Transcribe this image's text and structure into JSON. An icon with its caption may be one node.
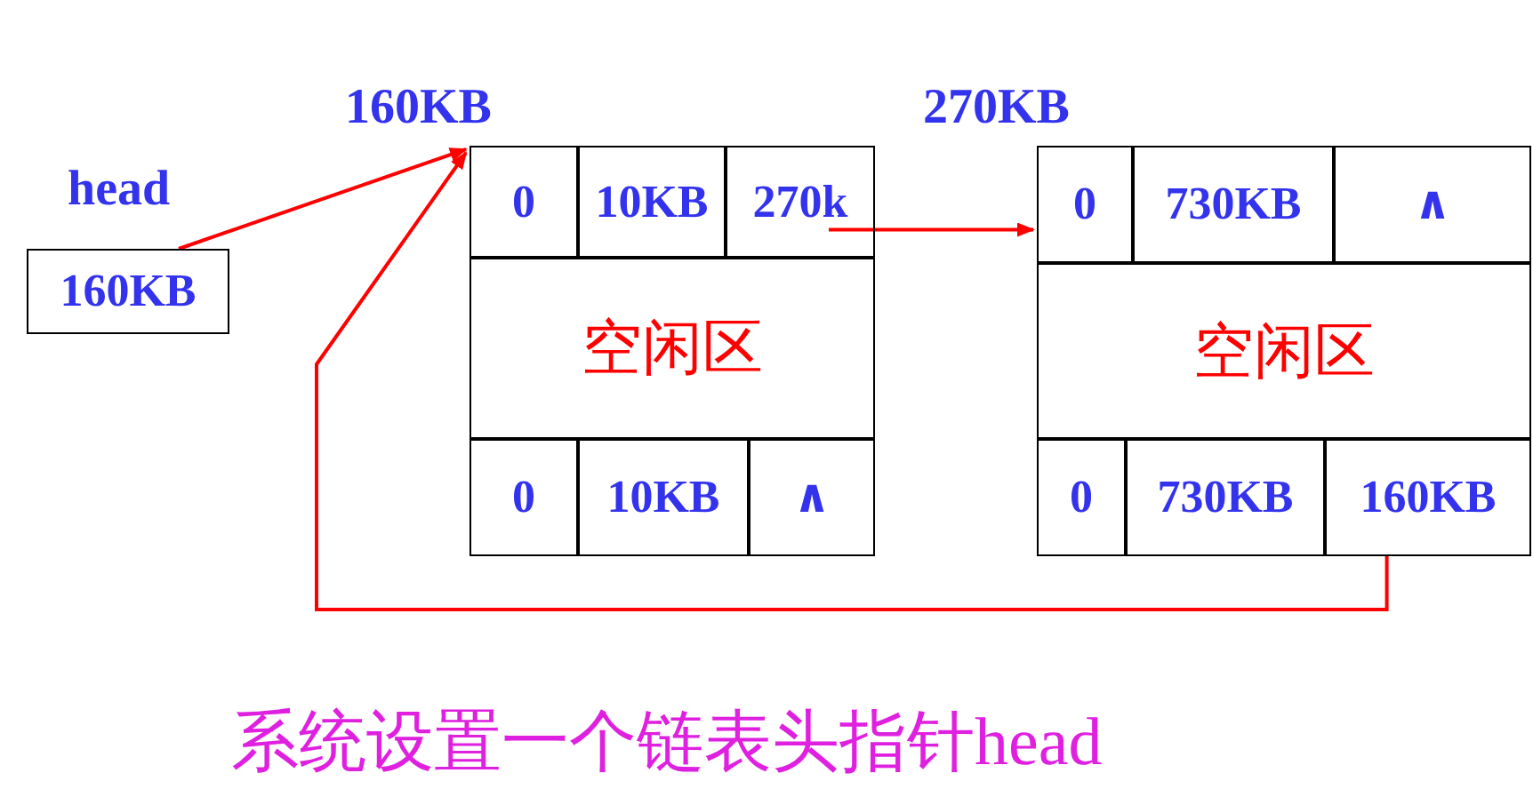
{
  "diagram": {
    "caption": "系统设置一个链表头指针head",
    "nodes": [
      {
        "text": [
          "head",
          "160KB"
        ]
      },
      {
        "text": [
          "160KB"
        ]
      },
      {
        "text": [
          "0"
        ],
        "in": 1
      },
      {
        "text": [
          "10KB"
        ],
        "in": 1
      },
      {
        "text": [
          "270k"
        ],
        "in": 1
      },
      {
        "text": [
          "空闲区"
        ],
        "in": 1
      },
      {
        "text": [
          "0"
        ],
        "in": 1
      },
      {
        "text": [
          "10KB"
        ],
        "in": 1
      },
      {
        "text": [
          "∧"
        ],
        "in": 1
      },
      {
        "text": [
          "270KB"
        ]
      },
      {
        "text": [
          "0"
        ],
        "in": 9
      },
      {
        "text": [
          "730KB"
        ],
        "in": 9
      },
      {
        "text": [
          "∧"
        ],
        "in": 9
      },
      {
        "text": [
          "空闲区"
        ],
        "in": 9
      },
      {
        "text": [
          "0"
        ],
        "in": 9
      },
      {
        "text": [
          "730KB"
        ],
        "in": 9
      },
      {
        "text": [
          "160KB"
        ],
        "in": 9
      }
    ],
    "edges": [
      {
        "from": 0,
        "to": 1,
        "arrow": "to"
      },
      {
        "from": 4,
        "to": 9,
        "arrow": "to"
      },
      {
        "from": 16,
        "to": 1,
        "arrow": "to"
      }
    ]
  }
}
